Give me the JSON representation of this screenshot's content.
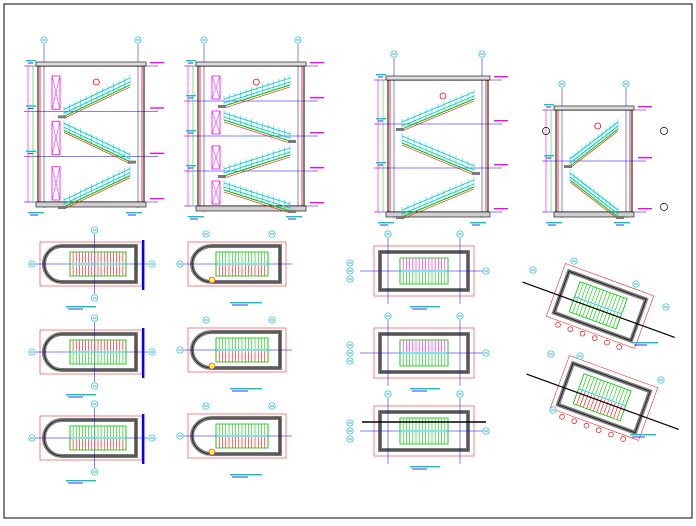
{
  "drawing": {
    "type": "staircase-details",
    "background": "#ffffff",
    "frame_color": "#000000",
    "colors": {
      "wall": "#ff0000",
      "stair": "#00c800",
      "rail": "#00c8c8",
      "dimension": "#ff00ff",
      "grid": "#0000ff",
      "structure": "#000000",
      "fill": "#7a7a7a",
      "accent": "#ffff00"
    },
    "sections": [
      {
        "id": "section-a",
        "flights": 3
      },
      {
        "id": "section-b",
        "flights": 4
      },
      {
        "id": "section-c",
        "flights": 3
      },
      {
        "id": "section-d",
        "flights": 2
      }
    ],
    "plan_columns": [
      {
        "id": "plan-col-1",
        "shape": "rounded-end",
        "levels": 3
      },
      {
        "id": "plan-col-2",
        "shape": "rounded-end",
        "levels": 3
      },
      {
        "id": "plan-col-3",
        "shape": "rectangular",
        "levels": 3
      },
      {
        "id": "plan-col-4",
        "shape": "angled",
        "levels": 2
      }
    ],
    "text_marks": [],
    "icons": [
      "grid-bubble-icon",
      "north-arrow-icon",
      "level-marker-icon"
    ]
  }
}
